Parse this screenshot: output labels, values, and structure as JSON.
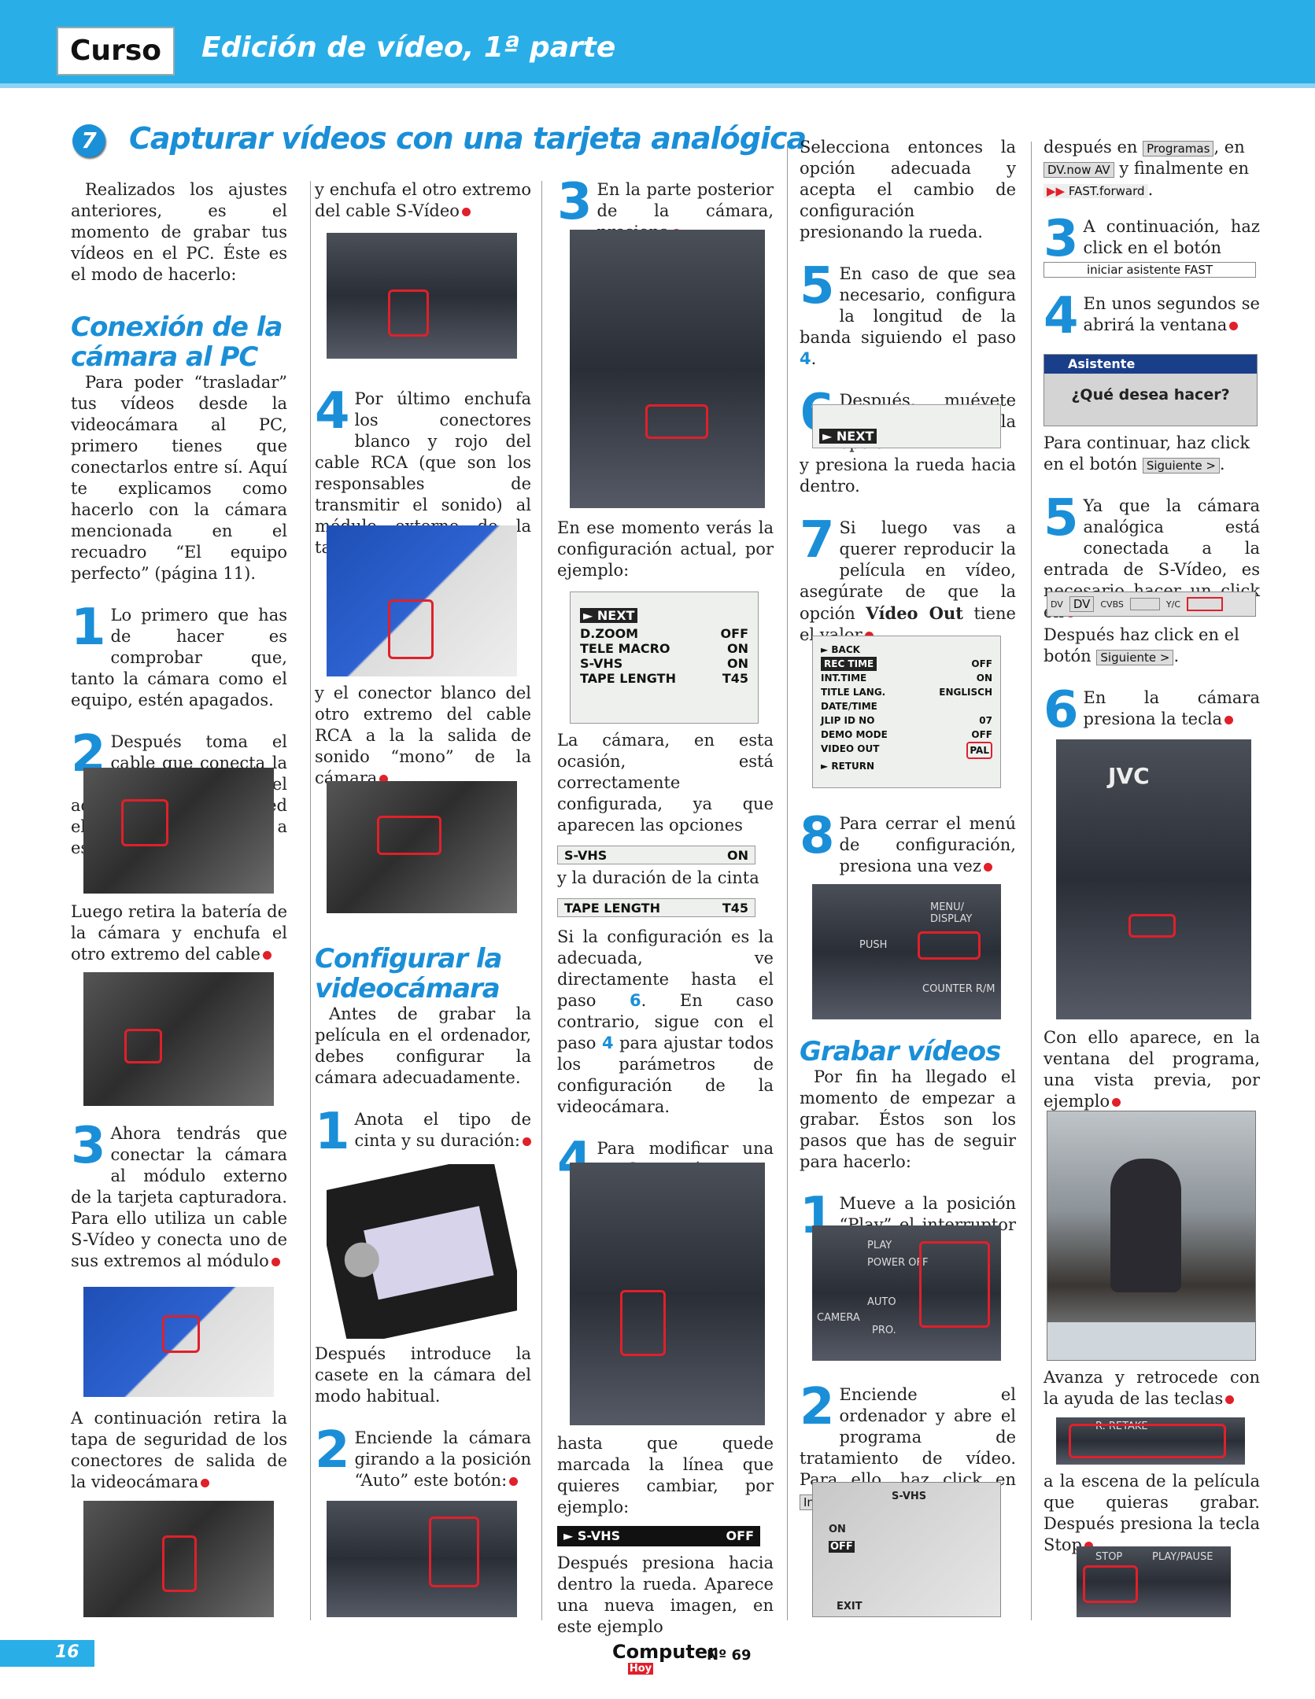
{
  "header": {
    "badge": "Curso",
    "title": "Edición de vídeo, 1ª parte"
  },
  "section": {
    "number": "7",
    "title": "Capturar vídeos con una tarjeta analógica"
  },
  "col1": {
    "intro": "Realizados los ajustes anteriores, es el momento de grabar tus vídeos en el PC. Éste es el modo de hacerlo:",
    "subhead": "Conexión de la cámara al PC",
    "p1": "Para poder “trasladar” tus vídeos desde la videocámara al PC, primero tienes que conectarlos entre sí. Aquí te explicamos como hacerlo con la cámara mencionada en el recuadro “El equipo perfecto” (página 11).",
    "s1n": "1",
    "s1": "Lo primero que has de hacer es comprobar que, tanto la cámara como el equipo, estén apagados.",
    "s2n": "2",
    "s2": "Después toma el cable que conecta la cámara con el adaptador a la red eléctrica y conéctalo a este último",
    "p2": "Luego retira la batería de la cámara y enchufa el otro extremo del cable",
    "s3n": "3",
    "s3": "Ahora tendrás que conectar la cámara al módulo externo de la tarjeta capturadora. Para ello utiliza un cable S-Vídeo y conecta uno de sus extremos al módulo",
    "p3": "A continuación retira la tapa de seguridad de los conectores de salida de la videocámara"
  },
  "col2": {
    "p0": "y enchufa el otro extremo del cable S-Vídeo",
    "s4n": "4",
    "s4": "Por último enchufa los conectores blanco y rojo del cable RCA (que son los responsables de transmitir el sonido) al módulo externo de la tarjeta",
    "p1": "y el conector blanco del otro extremo del cable RCA a la la salida de sonido “mono” de la cámara",
    "subhead": "Configurar la videocámara",
    "p2": "Antes de grabar la película en el ordenador, debes configurar la cámara adecuadamente.",
    "c1n": "1",
    "c1": "Anota el tipo de cinta y su duración:",
    "p3": "Después introduce la casete en la cámara del modo habitual.",
    "c2n": "2",
    "c2": "Enciende la cámara girando a la posición “Auto” este botón:"
  },
  "col3": {
    "s3n": "3",
    "s3": "En la parte posterior de la cámara, presiona",
    "p1": "En ese momento verás la configuración actual, por ejemplo:",
    "menu": {
      "next": "► NEXT",
      "rows": [
        [
          "D.ZOOM",
          "OFF"
        ],
        [
          "TELE MACRO",
          "ON"
        ],
        [
          "S-VHS",
          "ON"
        ],
        [
          "TAPE LENGTH",
          "T45"
        ]
      ]
    },
    "p2": "La cámara, en esta ocasión, está correctamente configurada, ya que aparecen las opciones",
    "opt1": [
      "S-VHS",
      "ON"
    ],
    "p3": "y la duración de la cinta",
    "opt2": [
      "TAPE LENGTH",
      "T45"
    ],
    "p4a": "Si la configuración es la adecuada, ve directamente hasta el paso",
    "p4ref": "6",
    "p4b": ".",
    "p5a": "En caso contrario, sigue con el paso",
    "p5ref": "4",
    "p5b": "para ajustar todos los parámetros de configuración de la videocámara.",
    "s4n": "4",
    "s4": "Para modificar una configuración, mueve la ruedecilla",
    "p6": "hasta que quede marcada la línea que quieres cambiar, por ejemplo:",
    "opt3": [
      "► S-VHS",
      "OFF"
    ],
    "p7": "Después presiona hacia dentro la rueda. Aparece una nueva imagen, en este ejemplo"
  },
  "col4": {
    "p0": "Selecciona entonces la opción adecuada y acepta el cambio de configuración presionando la rueda.",
    "s5n": "5",
    "s5a": "En caso de que sea necesario, configura la longitud de la banda siguiendo el paso",
    "s5ref": "4",
    "s6n": "6",
    "s6": "Después, muévete con la rueda hasta la opción",
    "next": "► NEXT",
    "p1": "y presiona la rueda hacia dentro.",
    "s7n": "7",
    "s7a": "Si luego vas a querer reproducir la película en vídeo, asegúrate de que la opción",
    "s7b": "Vídeo Out",
    "s7c": "tiene el valor",
    "menu2": {
      "top": "► BACK",
      "rows": [
        [
          "REC TIME",
          "OFF"
        ],
        [
          "INT.TIME",
          "ON"
        ],
        [
          "TITLE LANG.",
          "ENGLISCH"
        ],
        [
          "DATE/TIME",
          ""
        ],
        [
          "JLIP ID NO",
          "07"
        ],
        [
          "DEMO MODE",
          "OFF"
        ],
        [
          "VIDEO OUT",
          "PAL"
        ]
      ],
      "bottom": "► RETURN"
    },
    "s8n": "8",
    "s8": "Para cerrar el menú de configuración, presiona una vez",
    "cam_label": "MENU/ DISPLAY",
    "cam_label2": "COUNTER R/M",
    "cam_label3": "PUSH",
    "subhead": "Grabar vídeos",
    "p2": "Por fin ha llegado el momento de empezar a grabar. Éstos son los pasos que has de seguir para hacerlo:",
    "g1n": "1",
    "g1": "Mueve a la posición “Play” el interruptor",
    "sw_labels": [
      "PLAY",
      "POWER OFF",
      "CAMERA",
      "AUTO",
      "PRO."
    ],
    "g2n": "2",
    "g2": "Enciende el ordenador y abre el programa de tratamiento de vídeo. Para ello, haz click en",
    "inicio": "Inicio",
    "screen_labels": [
      "S-VHS",
      "ON",
      "OFF",
      "EXIT"
    ]
  },
  "col5": {
    "p0a": "después en",
    "btn_prog": "Programas",
    "p0b": ", en",
    "btn_dv": "DV.now AV",
    "p0c": "y finalmente en",
    "btn_fast": "FAST.forward",
    "s3n": "3",
    "s3": "A continuación, haz click en el botón",
    "btn_asist": "iniciar asistente FAST",
    "s4n": "4",
    "s4": "En unos segundos se abrirá la ventana",
    "win_title": "Asistente",
    "win_text": "¿Qué desea hacer?",
    "p1": "Para continuar, haz click en el botón",
    "btn_sig": "Siguiente >",
    "s5n": "5",
    "s5": "Ya que la cámara analógica está conectada a la entrada de S-Vídeo, es necesario hacer un click en",
    "toolbar": [
      "DV",
      "DV",
      "CVBS",
      "",
      "Y/C",
      ""
    ],
    "p2": "Después haz click en el botón",
    "btn_sig2": "Siguiente >",
    "s6n": "6",
    "s6": "En la cámara presiona la tecla",
    "cam_brand": "JVC",
    "p3": "Con ello aparece, en la ventana del programa, una vista previa, por ejemplo",
    "p4": "Avanza y retrocede con la ayuda de las teclas",
    "retake": "R. RETAKE",
    "p5": "a la escena de la película que quieras grabar. Después presiona la tecla Stop",
    "stop_labels": [
      "STOP",
      "PLAY/PAUSE"
    ]
  },
  "footer": {
    "page": "16",
    "logo": "Computer",
    "logo_sub": "Hoy",
    "issue": "Nº 69"
  },
  "colors": {
    "accent": "#1a8fd8",
    "header": "#2aaee8",
    "highlight": "#e0202a"
  }
}
